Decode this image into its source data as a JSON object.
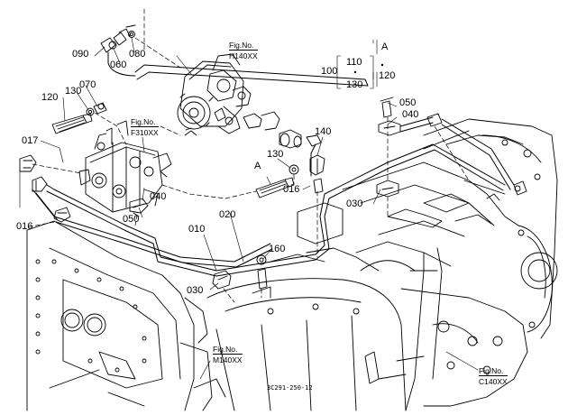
{
  "callouts": {
    "p090": "090",
    "p060": "060",
    "p080": "080",
    "p070": "070",
    "p130a": "130",
    "p120": "120",
    "p017": "017",
    "p016a": "016",
    "p016b": "016",
    "p040a": "040",
    "p050a": "050",
    "p010": "010",
    "p020": "020",
    "p030a": "030",
    "p030b": "030",
    "p160": "160",
    "p130b": "130",
    "pA": "A",
    "p140": "140",
    "p050b": "050",
    "p040b": "040",
    "p100": "100",
    "p110": "110",
    "p130c": "130",
    "p120b": "120",
    "pA2": "A"
  },
  "figrefs": {
    "h140": {
      "prefix": "Fig.No.",
      "code": "H140XX"
    },
    "f310": {
      "prefix": "Fig.No.",
      "code": "F310XX"
    },
    "m140": {
      "prefix": "Fig.No.",
      "code": "M140XX"
    },
    "c140": {
      "prefix": "Fig.No.",
      "code": "C140XX"
    }
  },
  "drawing_code": "3C291-250-12"
}
